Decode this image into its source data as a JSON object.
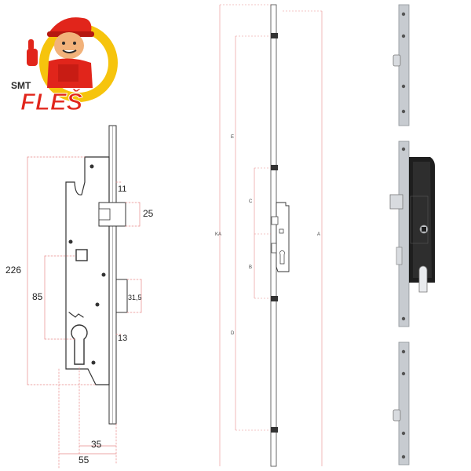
{
  "logo": {
    "brand_small": "SMT",
    "brand_large": "FLEŠ",
    "colors": {
      "red": "#e1251b",
      "yellow": "#f6c40d",
      "skin": "#f2b27a",
      "dark": "#2a2a2a"
    }
  },
  "dimensions_drawing": {
    "labels": {
      "height_total": "226",
      "backset_distance": "85",
      "latch_height": "25",
      "deadbolt_height": "31,5",
      "top_offset": "11",
      "bottom_offset": "13",
      "backset": "35",
      "case_depth": "55"
    },
    "colors": {
      "line": "#333333",
      "dim_line": "#e88a8a"
    }
  },
  "full_length_drawing": {
    "labels": {
      "a": "A",
      "ka": "KA",
      "b": "B",
      "c": "C",
      "d": "D",
      "e": "E"
    }
  },
  "product_photo": {
    "colors": {
      "steel": "#c7cbd0",
      "steel_dark": "#8f949a",
      "case_black": "#1e1e1e"
    }
  }
}
